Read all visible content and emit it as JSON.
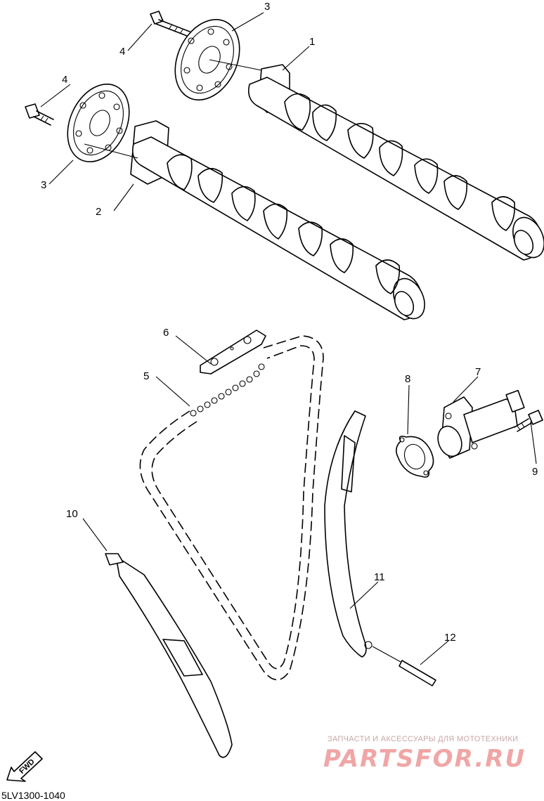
{
  "callouts": {
    "c1": "1",
    "c2": "2",
    "c3a": "3",
    "c3b": "3",
    "c4a": "4",
    "c4b": "4",
    "c5": "5",
    "c6": "6",
    "c7": "7",
    "c8": "8",
    "c9": "9",
    "c10": "10",
    "c11": "11",
    "c12": "12"
  },
  "fwd_label": "FWD",
  "diagram_code": "5LV1300-1040",
  "watermark": {
    "subtitle": "ЗАПЧАСТИ И АКСЕССУАРЫ ДЛЯ МОТОТЕХНИКИ",
    "brand": "PARTSFOR.RU"
  }
}
